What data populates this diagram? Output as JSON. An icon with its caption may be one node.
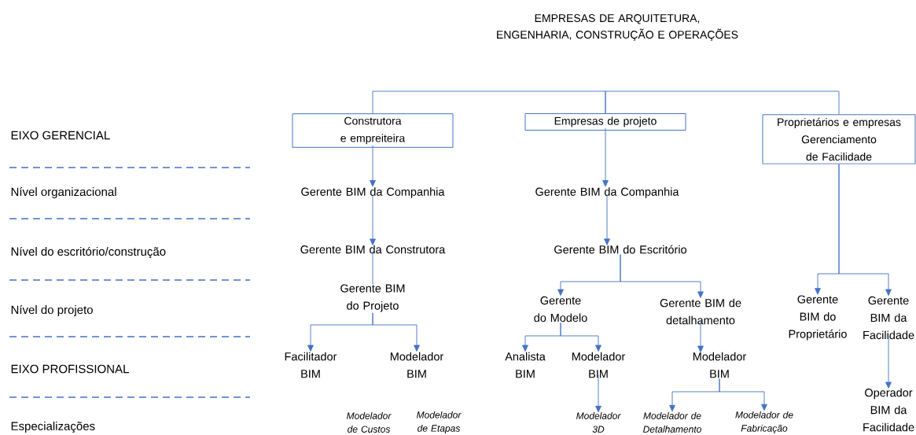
{
  "diagram": {
    "title": "EMPRESAS DE ARQUITETURA, ENGENHARIA, CONSTRUÇÃO E OPERAÇÕES",
    "nodes": [
      {
        "text": [
          "Construtora e empreiteira"
        ]
      },
      {
        "text": [
          "Empresas de projeto"
        ]
      },
      {
        "text": [
          "Proprietários e empresas Gerenciamento de Facilidade"
        ]
      },
      {
        "text": [
          "Gerente BIM da Companhia"
        ]
      },
      {
        "text": [
          "Gerente BIM da Construtora"
        ]
      },
      {
        "text": [
          "Gerente BIM do Projeto"
        ]
      },
      {
        "text": [
          "Facilitador BIM"
        ]
      },
      {
        "text": [
          "Modelador BIM"
        ]
      },
      {
        "text": [
          "Modelador de Custos"
        ]
      },
      {
        "text": [
          "Modelador de Etapas"
        ]
      },
      {
        "text": [
          "Gerente BIM da Companhia"
        ]
      },
      {
        "text": [
          "Gerente BIM do Escritório"
        ]
      },
      {
        "text": [
          "Gerente do Modelo"
        ]
      },
      {
        "text": [
          "Gerente BIM de detalhamento"
        ]
      },
      {
        "text": [
          "Analista BIM"
        ]
      },
      {
        "text": [
          "Modelador BIM"
        ]
      },
      {
        "text": [
          "Modelador 3D"
        ]
      },
      {
        "text": [
          "Modelador BIM"
        ]
      },
      {
        "text": [
          "Modelador de Detalhamento"
        ]
      },
      {
        "text": [
          "Modelador de Fabricação"
        ]
      },
      {
        "text": [
          "Gerente BIM do Proprietário"
        ]
      },
      {
        "text": [
          "Gerente BIM da Facilidade"
        ]
      },
      {
        "text": [
          "Operador BIM da Facilidade"
        ]
      }
    ],
    "edges": [
      {
        "from": 0,
        "to": 1,
        "arrow": "none"
      },
      {
        "from": 1,
        "to": 2,
        "arrow": "none"
      },
      {
        "from": 0,
        "to": 3,
        "arrow": "to"
      },
      {
        "from": 3,
        "to": 4,
        "arrow": "to"
      },
      {
        "from": 4,
        "to": 5,
        "arrow": "none"
      },
      {
        "from": 5,
        "to": 6,
        "arrow": "to"
      },
      {
        "from": 5,
        "to": 7,
        "arrow": "to"
      },
      {
        "from": 1,
        "to": 10,
        "arrow": "to"
      },
      {
        "from": 10,
        "to": 11,
        "arrow": "to"
      },
      {
        "from": 11,
        "to": 12,
        "arrow": "to"
      },
      {
        "from": 11,
        "to": 13,
        "arrow": "to"
      },
      {
        "from": 12,
        "to": 14,
        "arrow": "to"
      },
      {
        "from": 12,
        "to": 15,
        "arrow": "to"
      },
      {
        "from": 15,
        "to": 16,
        "arrow": "to"
      },
      {
        "from": 13,
        "to": 17,
        "arrow": "to"
      },
      {
        "from": 17,
        "to": 18,
        "arrow": "to"
      },
      {
        "from": 17,
        "to": 19,
        "arrow": "to"
      },
      {
        "from": 2,
        "to": 20,
        "arrow": "to"
      },
      {
        "from": 2,
        "to": 21,
        "arrow": "to"
      },
      {
        "from": 21,
        "to": 22,
        "arrow": "to"
      }
    ],
    "labels": [
      "EIXO GERENCIAL",
      "Nível organizacional",
      "Nível do escritório/construção",
      "Nível do projeto",
      "EIXO PROFISSIONAL",
      "Especializações"
    ]
  }
}
